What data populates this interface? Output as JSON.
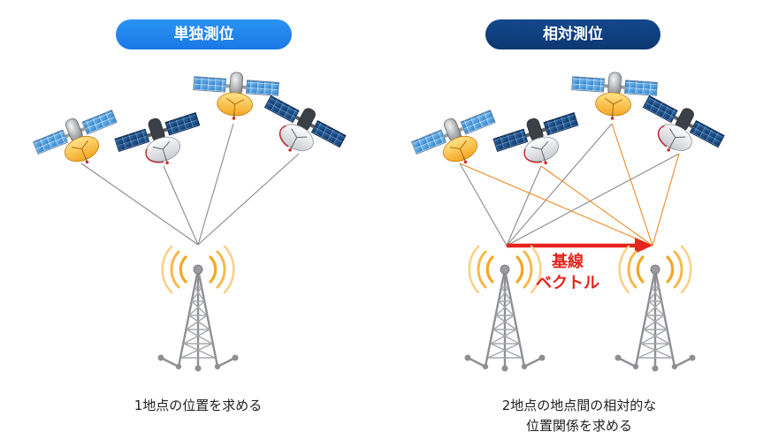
{
  "left_panel": {
    "title": "単独測位",
    "caption": "1地点の位置を求める"
  },
  "right_panel": {
    "title": "相対測位",
    "caption_line1": "2地点の地点間の相対的な",
    "caption_line2": "位置関係を求める",
    "baseline_label_line1": "基線",
    "baseline_label_line2": "ベクトル"
  },
  "colors": {
    "left_title_bg": "#1a78e6",
    "right_title_bg": "#0c3771",
    "baseline_arrow": "#e6231c",
    "signal_line_gray": "#8a8a8a",
    "signal_line_orange": "#f08a24"
  },
  "icons": [
    "satellite-icon",
    "antenna-tower-icon",
    "signal-wave-icon"
  ]
}
